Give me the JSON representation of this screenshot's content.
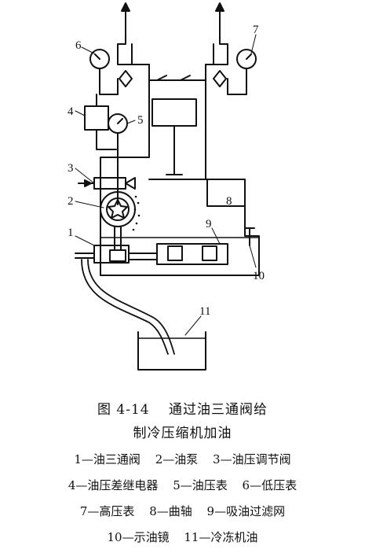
{
  "labels": [
    "1",
    "2",
    "3",
    "4",
    "5",
    "6",
    "7",
    "8",
    "9",
    "10",
    "11"
  ],
  "caption": {
    "line1": "图 4-14　 通过油三通阀给",
    "line2": "制冷压缩机加油"
  },
  "legend": [
    [
      "1—油三通阀",
      "2—油泵",
      "3—油压调节阀"
    ],
    [
      "4—油压差继电器",
      "5—油压表",
      "6—低压表"
    ],
    [
      "7—高压表",
      "8—曲轴",
      "9—吸油过滤网"
    ],
    [
      "10—示油镜",
      "11—冷冻机油"
    ]
  ]
}
